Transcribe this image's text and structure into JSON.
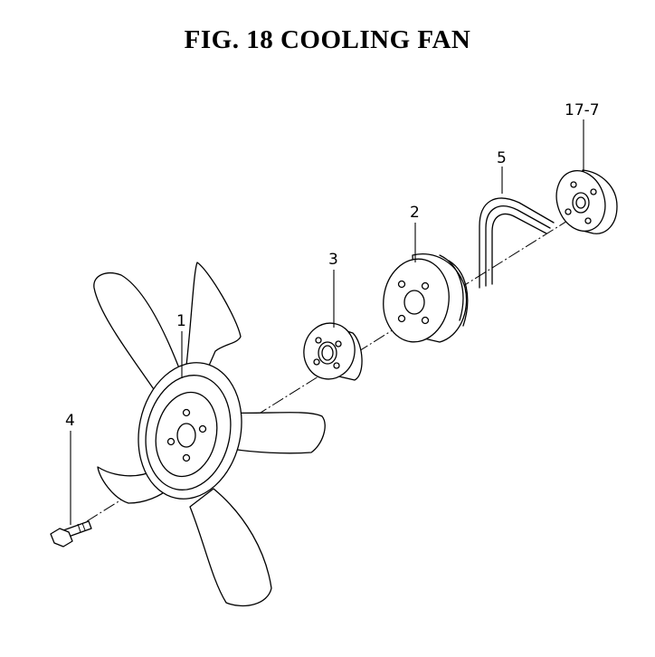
{
  "figure": {
    "title": "FIG. 18  COOLING FAN"
  },
  "callouts": {
    "fan": "1",
    "pulley": "2",
    "spacer": "3",
    "bolt": "4",
    "belt": "5",
    "flange": "17-7"
  }
}
